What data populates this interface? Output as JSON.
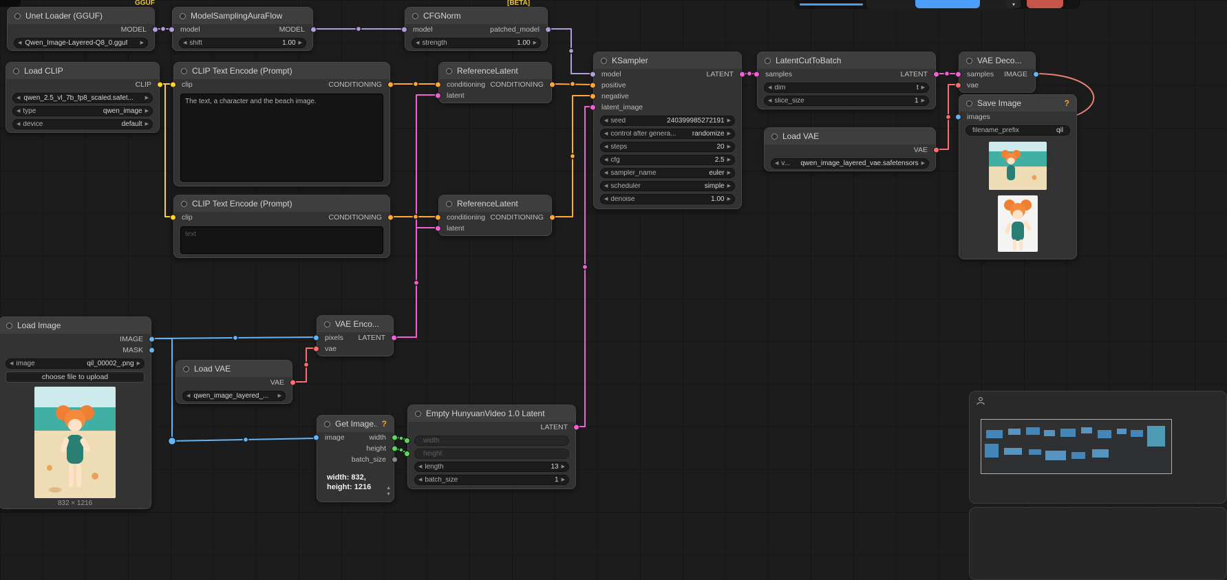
{
  "badges": {
    "gguf": "GGUF",
    "beta": "[BETA]"
  },
  "nodes": {
    "unet_loader": {
      "title": "Unet Loader (GGUF)",
      "out_label": "MODEL",
      "widget_value": "Qwen_Image-Layered-Q8_0.gguf"
    },
    "load_clip": {
      "title": "Load CLIP",
      "out_label": "CLIP",
      "clip_name": "qwen_2.5_vl_7b_fp8_scaled.safet...",
      "type_label": "type",
      "type_value": "qwen_image",
      "device_label": "device",
      "device_value": "default"
    },
    "model_sampling": {
      "title": "ModelSamplingAuraFlow",
      "in_label": "model",
      "out_label": "MODEL",
      "shift_label": "shift",
      "shift_value": "1.00"
    },
    "cfgnorm": {
      "title": "CFGNorm",
      "in_label": "model",
      "out_label": "patched_model",
      "strength_label": "strength",
      "strength_value": "1.00"
    },
    "clip_text_1": {
      "title": "CLIP Text Encode (Prompt)",
      "in_label": "clip",
      "out_label": "CONDITIONING",
      "text": "The text, a character and the beach image."
    },
    "clip_text_2": {
      "title": "CLIP Text Encode (Prompt)",
      "in_label": "clip",
      "out_label": "CONDITIONING",
      "placeholder": "text"
    },
    "ref_latent_1": {
      "title": "ReferenceLatent",
      "in_conditioning": "conditioning",
      "out_label": "CONDITIONING",
      "in_latent": "latent"
    },
    "ref_latent_2": {
      "title": "ReferenceLatent",
      "in_conditioning": "conditioning",
      "out_label": "CONDITIONING",
      "in_latent": "latent"
    },
    "ksampler": {
      "title": "KSampler",
      "in_model": "model",
      "in_positive": "positive",
      "in_negative": "negative",
      "in_latent": "latent_image",
      "out_label": "LATENT",
      "widgets": {
        "seed_label": "seed",
        "seed_value": "240399985272191",
        "control_label": "control after genera...",
        "control_value": "randomize",
        "steps_label": "steps",
        "steps_value": "20",
        "cfg_label": "cfg",
        "cfg_value": "2.5",
        "sampler_label": "sampler_name",
        "sampler_value": "euler",
        "scheduler_label": "scheduler",
        "scheduler_value": "simple",
        "denoise_label": "denoise",
        "denoise_value": "1.00"
      }
    },
    "latent_cut": {
      "title": "LatentCutToBatch",
      "in_label": "samples",
      "out_label": "LATENT",
      "dim_label": "dim",
      "dim_value": "t",
      "slice_label": "slice_size",
      "slice_value": "1"
    },
    "load_vae_right": {
      "title": "Load VAE",
      "out_label": "VAE",
      "vae_label": "v...",
      "vae_value": "qwen_image_layered_vae.safetensors"
    },
    "vae_decode": {
      "title": "VAE Deco...",
      "in_samples": "samples",
      "in_vae": "vae",
      "out_label": "IMAGE"
    },
    "save_image": {
      "title": "Save Image",
      "help": "?",
      "in_label": "images",
      "prefix_label": "filename_prefix",
      "prefix_value": "qil"
    },
    "load_image": {
      "title": "Load Image",
      "out_image": "IMAGE",
      "out_mask": "MASK",
      "image_label": "image",
      "image_value": "qil_00002_.png",
      "upload_button": "choose file to upload",
      "caption": "832 × 1216"
    },
    "load_vae_bottom": {
      "title": "Load VAE",
      "out_label": "VAE",
      "vae_value": "qwen_image_layered_..."
    },
    "vae_encode": {
      "title": "VAE Enco...",
      "in_pixels": "pixels",
      "in_vae": "vae",
      "out_label": "LATENT"
    },
    "get_image": {
      "title": "Get Image...",
      "help": "?",
      "in_label": "image",
      "out_width": "width",
      "out_height": "height",
      "out_batch": "batch_size",
      "info_line1": "width: 832,",
      "info_line2": "height: 1216"
    },
    "empty_latent": {
      "title": "Empty HunyuanVideo 1.0 Latent",
      "out_label": "LATENT",
      "width_label": "width",
      "height_label": "height",
      "length_label": "length",
      "length_value": "13",
      "batch_label": "batch_size",
      "batch_value": "1"
    }
  }
}
